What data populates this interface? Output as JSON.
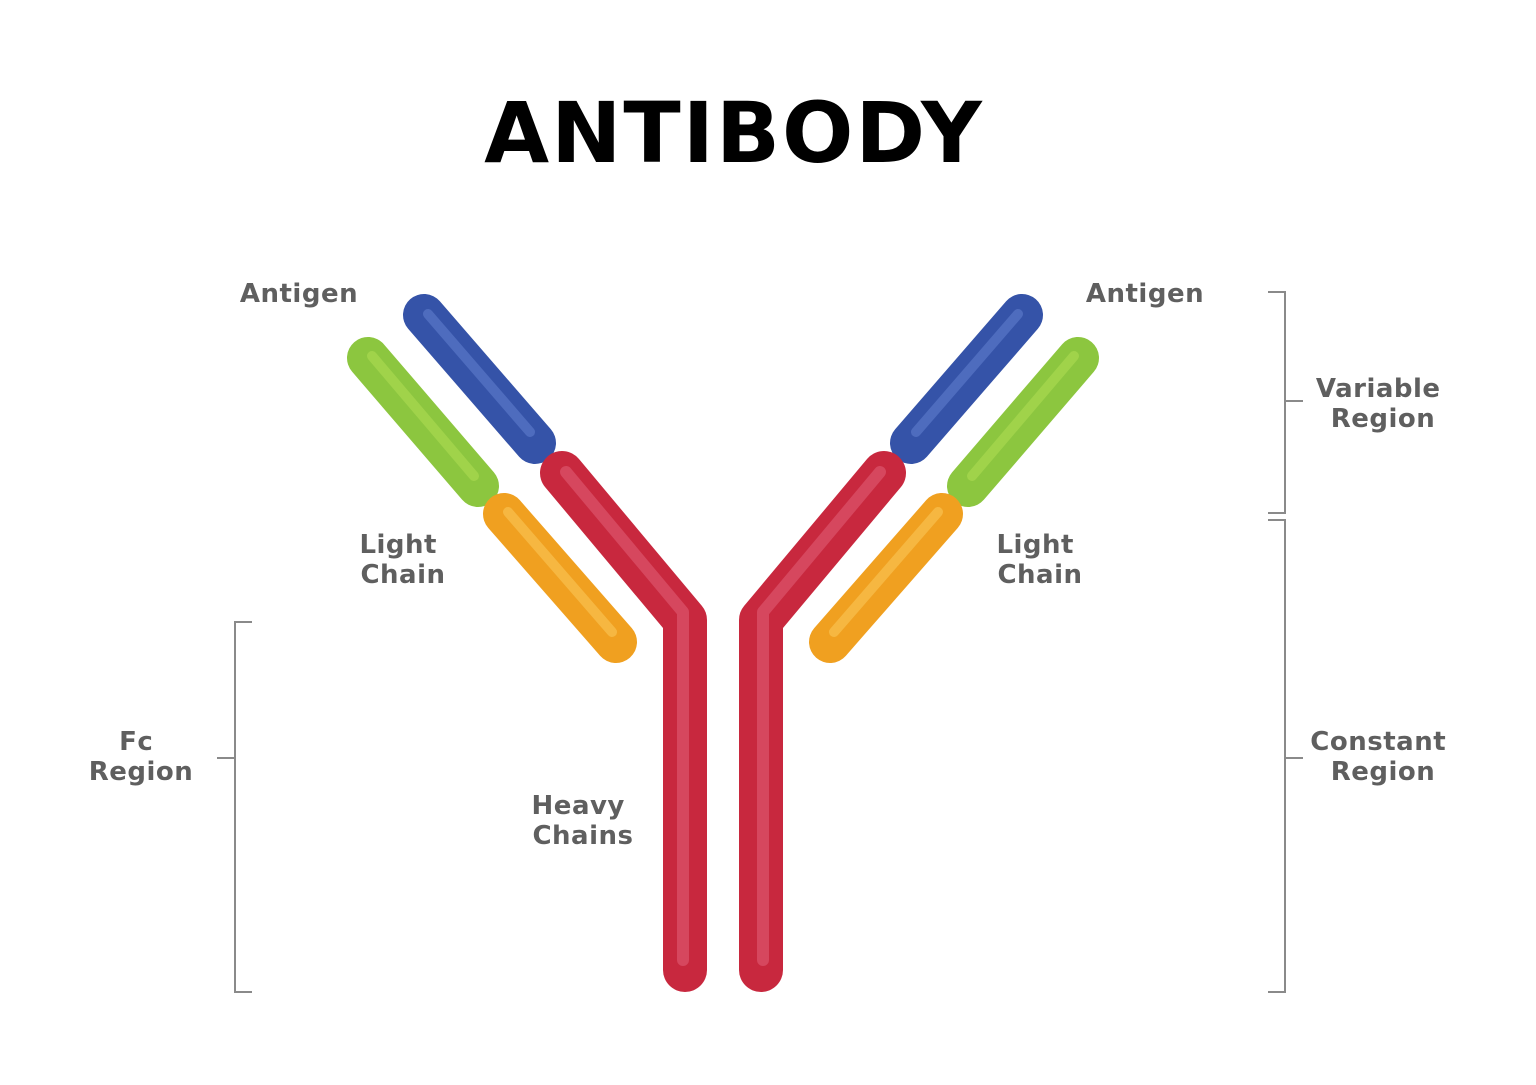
{
  "title": "ANTIBODY",
  "labels": {
    "antigen_left": "Antigen",
    "antigen_right": "Antigen",
    "light_chain_left": [
      "Light",
      "Chain"
    ],
    "light_chain_right": [
      "Light",
      "Chain"
    ],
    "heavy_chains": [
      "Heavy",
      "Chains"
    ],
    "fc_region": [
      "Fc",
      "Region"
    ],
    "variable_region": [
      "Variable",
      "Region"
    ],
    "constant_region": [
      "Constant",
      "Region"
    ]
  },
  "colors": {
    "heavy_chain": "#c8283e",
    "variable_heavy": "#3553a8",
    "variable_light": "#8cc63f",
    "constant_light": "#f0a020",
    "label_text": "#5f5f5f",
    "bracket": "#8a8a8a"
  }
}
